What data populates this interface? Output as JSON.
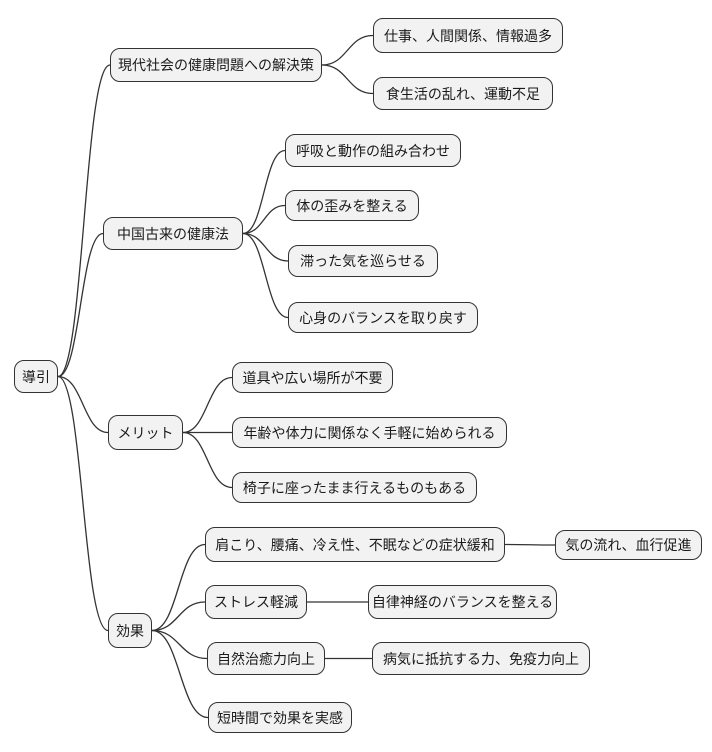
{
  "diagram": {
    "type": "mindmap",
    "background": "#ffffff",
    "node_fill": "#f2f2f2",
    "node_border": "#333333",
    "edge_color": "#333333",
    "root_label": "導引"
  },
  "nodes": {
    "root": {
      "label": "導引",
      "parent": null
    },
    "b1": {
      "label": "現代社会の健康問題への解決策",
      "parent": "root"
    },
    "b1c1": {
      "label": "仕事、人間関係、情報過多",
      "parent": "b1"
    },
    "b1c2": {
      "label": "食生活の乱れ、運動不足",
      "parent": "b1"
    },
    "b2": {
      "label": "中国古来の健康法",
      "parent": "root"
    },
    "b2c1": {
      "label": "呼吸と動作の組み合わせ",
      "parent": "b2"
    },
    "b2c2": {
      "label": "体の歪みを整える",
      "parent": "b2"
    },
    "b2c3": {
      "label": "滞った気を巡らせる",
      "parent": "b2"
    },
    "b2c4": {
      "label": "心身のバランスを取り戻す",
      "parent": "b2"
    },
    "b3": {
      "label": "メリット",
      "parent": "root"
    },
    "b3c1": {
      "label": "道具や広い場所が不要",
      "parent": "b3"
    },
    "b3c2": {
      "label": "年齢や体力に関係なく手軽に始められる",
      "parent": "b3"
    },
    "b3c3": {
      "label": "椅子に座ったまま行えるものもある",
      "parent": "b3"
    },
    "b4": {
      "label": "効果",
      "parent": "root"
    },
    "b4c1": {
      "label": "肩こり、腰痛、冷え性、不眠などの症状緩和",
      "parent": "b4"
    },
    "b4c1g1": {
      "label": "気の流れ、血行促進",
      "parent": "b4c1"
    },
    "b4c2": {
      "label": "ストレス軽減",
      "parent": "b4"
    },
    "b4c2g1": {
      "label": "自律神経のバランスを整える",
      "parent": "b4c2"
    },
    "b4c3": {
      "label": "自然治癒力向上",
      "parent": "b4"
    },
    "b4c3g1": {
      "label": "病気に抵抗する力、免疫力向上",
      "parent": "b4c3"
    },
    "b4c4": {
      "label": "短時間で効果を実感",
      "parent": "b4"
    }
  }
}
